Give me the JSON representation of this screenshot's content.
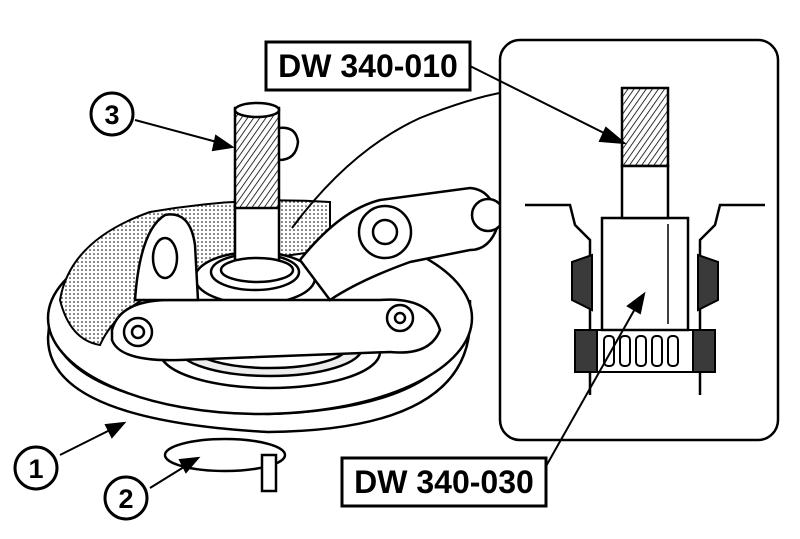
{
  "callouts": {
    "part_1": "1",
    "part_2": "2",
    "part_3": "3"
  },
  "tool_labels": {
    "tool_upper": "DW 340-010",
    "tool_lower": "DW 340-030"
  },
  "colors": {
    "ink": "#000000",
    "paper": "#ffffff",
    "shade": "#3a3a3a"
  }
}
